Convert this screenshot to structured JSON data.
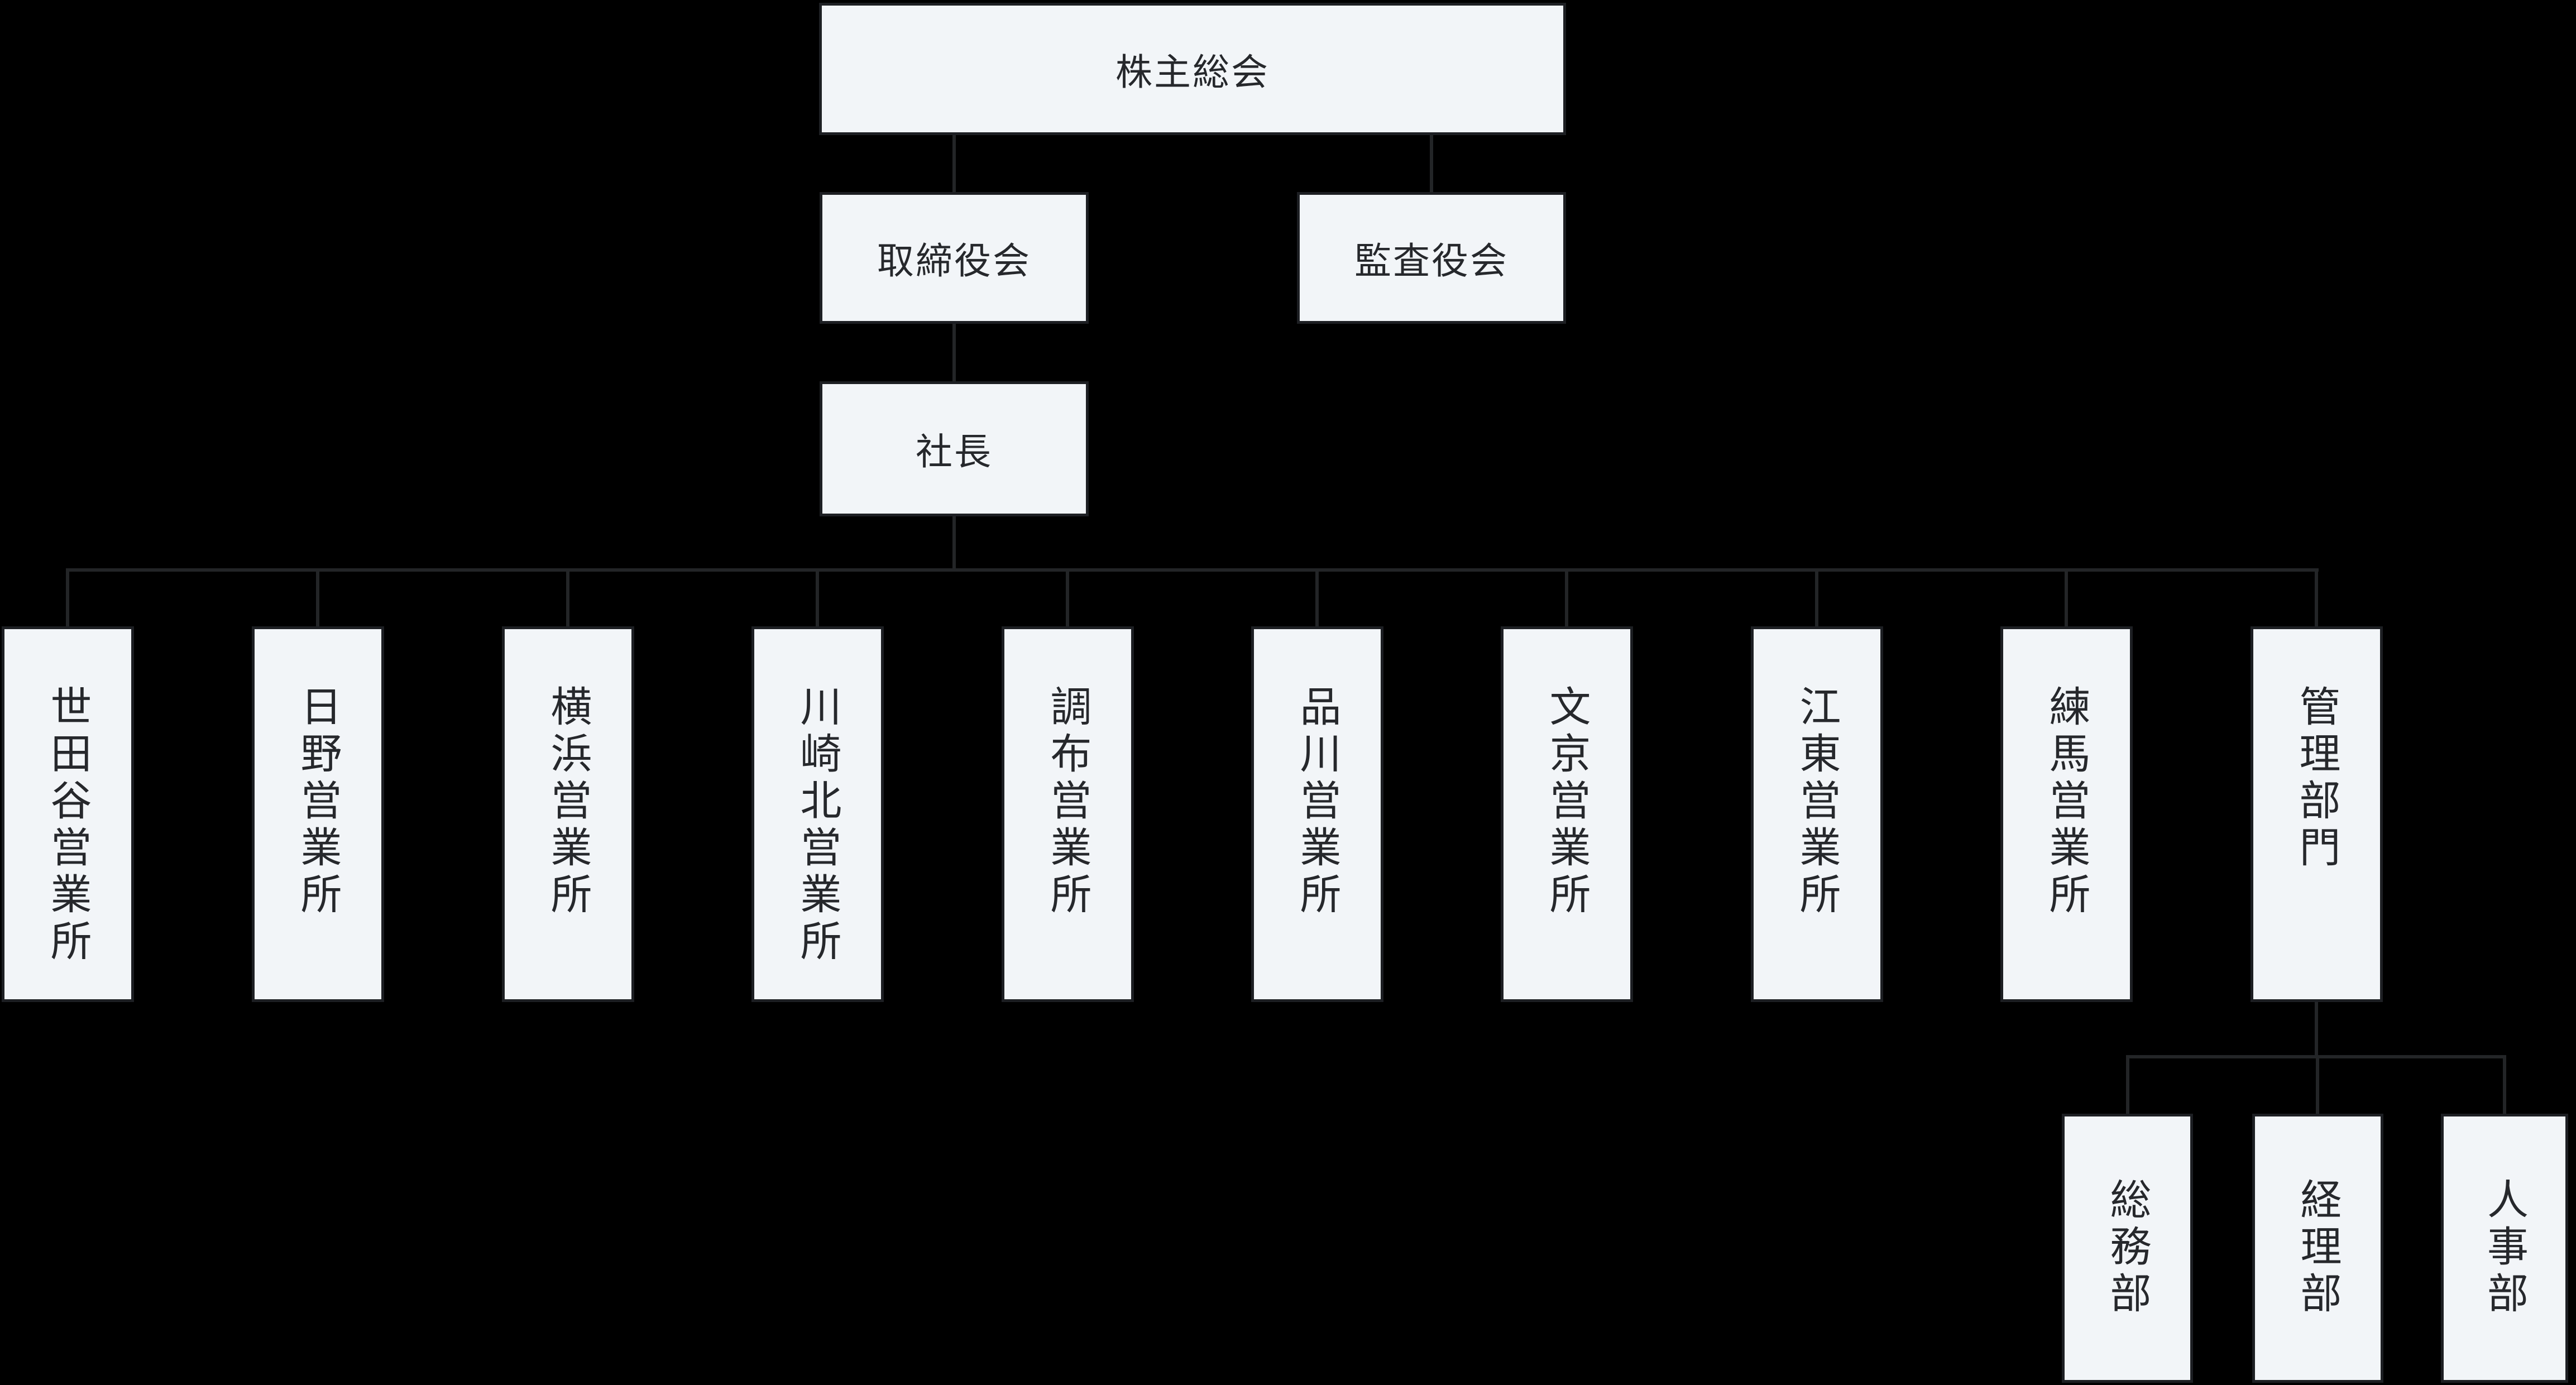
{
  "diagram": {
    "type": "org-chart",
    "background_color": "#000000",
    "node_fill_color": "#f2f5f8",
    "node_border_color": "#1d1f23",
    "connector_color": "#232527",
    "text_color": "#26282c",
    "nodes": {
      "shareholders": {
        "label": "株主総会"
      },
      "board": {
        "label": "取締役会"
      },
      "audit": {
        "label": "監査役会"
      },
      "president": {
        "label": "社長"
      },
      "offices": [
        {
          "label": "世田谷営業所"
        },
        {
          "label": "日野営業所"
        },
        {
          "label": "横浜営業所"
        },
        {
          "label": "川崎北営業所"
        },
        {
          "label": "調布営業所"
        },
        {
          "label": "品川営業所"
        },
        {
          "label": "文京営業所"
        },
        {
          "label": "江東営業所"
        },
        {
          "label": "練馬営業所"
        },
        {
          "label": "管理部門"
        }
      ],
      "admin_departments": [
        {
          "label": "総務部"
        },
        {
          "label": "経理部"
        },
        {
          "label": "人事部"
        }
      ]
    }
  }
}
